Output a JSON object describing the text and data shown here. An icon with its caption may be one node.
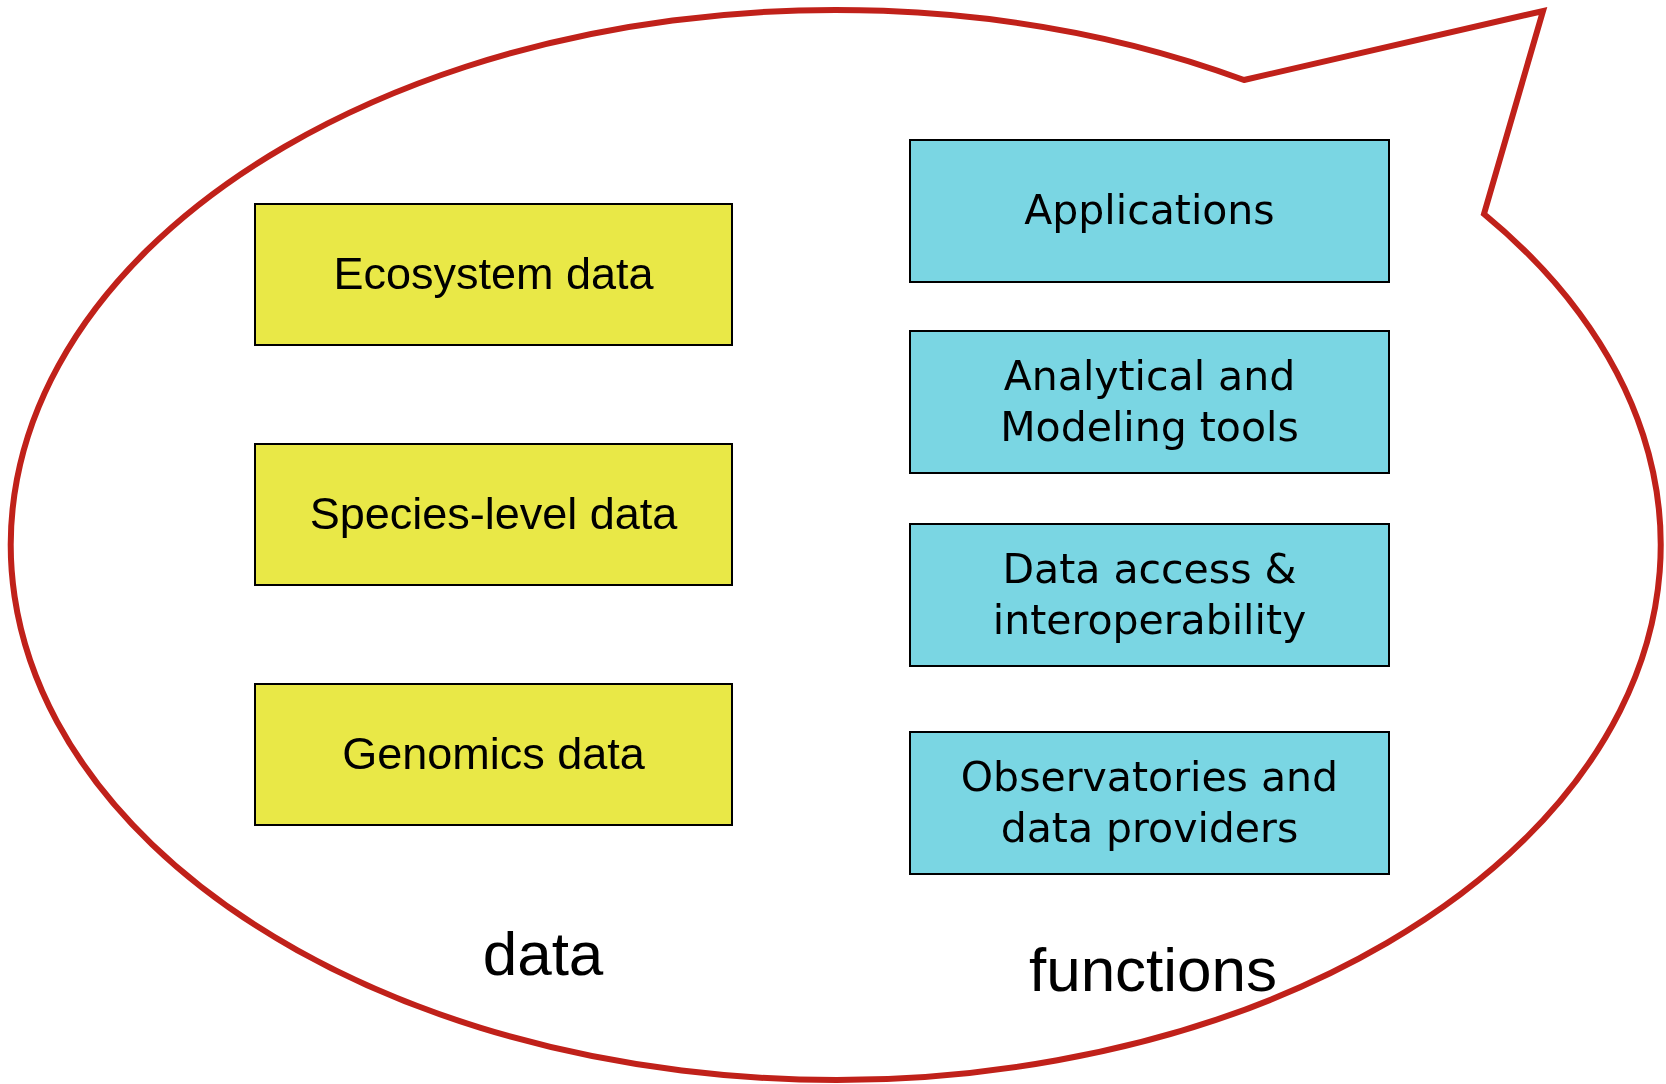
{
  "diagram": {
    "nodes": [
      {
        "text": [],
        "shape": "bubble"
      },
      {
        "text": [
          "Ecosystem data"
        ],
        "in": 0
      },
      {
        "text": [
          "Species-level data"
        ],
        "in": 0
      },
      {
        "text": [
          "Genomics data"
        ],
        "in": 0
      },
      {
        "text": [
          "Applications"
        ],
        "in": 0
      },
      {
        "text": [
          "Analytical and Modeling tools"
        ],
        "in": 0
      },
      {
        "text": [
          "Data access & interoperability"
        ],
        "in": 0
      },
      {
        "text": [
          "Observatories and data providers"
        ],
        "in": 0
      }
    ],
    "labels": [
      "data",
      "functions"
    ]
  }
}
